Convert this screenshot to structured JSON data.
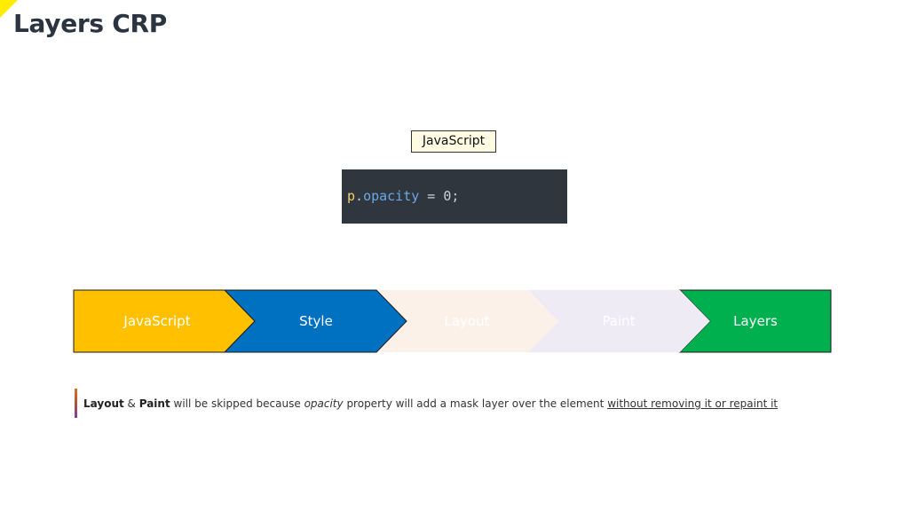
{
  "slide": {
    "title": "Layers CRP"
  },
  "js_tag": {
    "label": "JavaScript"
  },
  "code": {
    "object": "p",
    "dot": ".",
    "property": "opacity",
    "operator": " = ",
    "value": "0",
    "terminator": ";"
  },
  "pipeline": {
    "stages": [
      {
        "label": "JavaScript",
        "fill": "#ffc000",
        "text_color": "#ffffff",
        "active": true
      },
      {
        "label": "Style",
        "fill": "#0070c0",
        "text_color": "#ffffff",
        "active": true
      },
      {
        "label": "Layout",
        "fill": "#fbf1e9",
        "text_color": "#ffffff",
        "active": false
      },
      {
        "label": "Paint",
        "fill": "#efebf5",
        "text_color": "#ffffff",
        "active": false
      },
      {
        "label": "Layers",
        "fill": "#00b04f",
        "text_color": "#ffffff",
        "active": true
      }
    ]
  },
  "note": {
    "bold_1": "Layout",
    "amp": " & ",
    "bold_2": "Paint",
    "part_1": " will be skipped because ",
    "italic": "opacity",
    "part_2": " property will add a mask layer over the element ",
    "underlined": "without removing it or repaint it"
  }
}
